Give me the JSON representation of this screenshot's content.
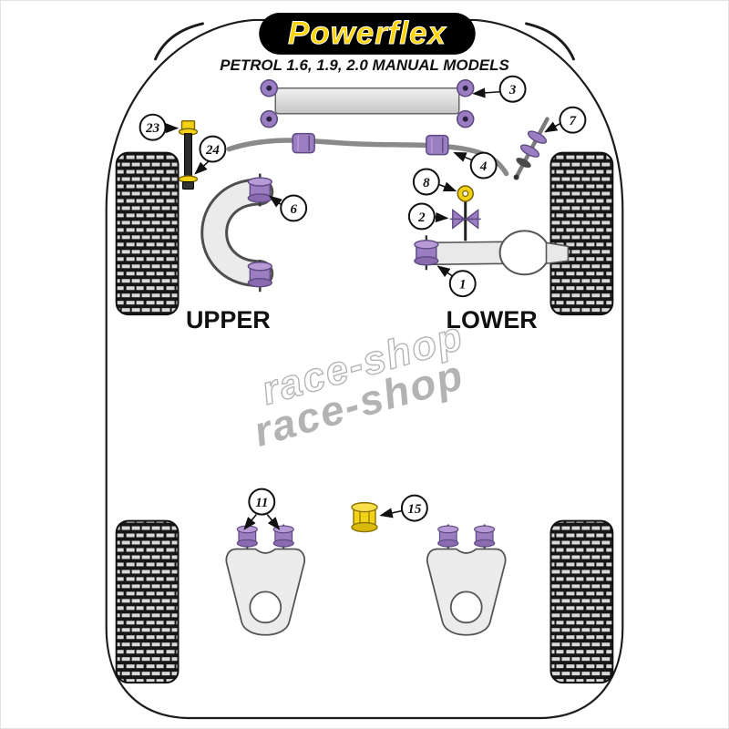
{
  "header": {
    "logo_text": "Powerflex",
    "subtitle": "PETROL 1.6, 1.9, 2.0 MANUAL MODELS"
  },
  "labels": {
    "upper": "UPPER",
    "lower": "LOWER"
  },
  "watermark": {
    "line1": "race-shop",
    "line2": "race-shop"
  },
  "callouts": [
    {
      "num": "3"
    },
    {
      "num": "7"
    },
    {
      "num": "23"
    },
    {
      "num": "24"
    },
    {
      "num": "4"
    },
    {
      "num": "8"
    },
    {
      "num": "6"
    },
    {
      "num": "2"
    },
    {
      "num": "1"
    },
    {
      "num": "11"
    },
    {
      "num": "15"
    }
  ],
  "colors": {
    "bush_purple": "#9b7ec2",
    "bush_purple_dark": "#5e4b82",
    "hardware_yellow": "#f2d117",
    "logo_yellow": "#ffd300",
    "logo_bg": "#000000",
    "watermark_gray": "#b3b3b3"
  }
}
